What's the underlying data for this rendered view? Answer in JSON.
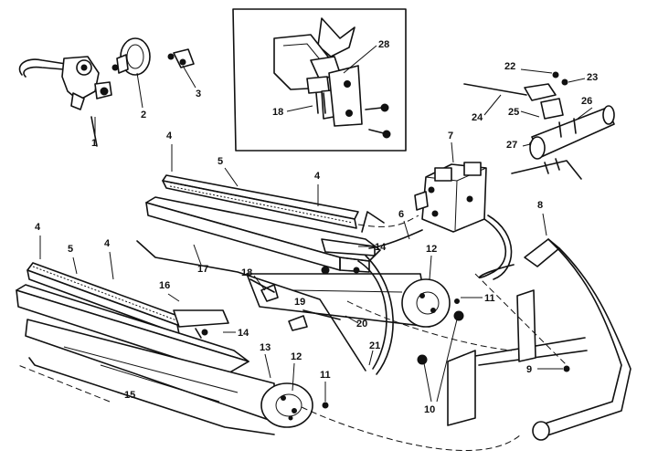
{
  "callouts": {
    "c1": "1",
    "c2": "2",
    "c3": "3",
    "c4a": "4",
    "c4b": "4",
    "c4c": "4",
    "c4d": "4",
    "c5a": "5",
    "c5b": "5",
    "c6": "6",
    "c7": "7",
    "c8": "8",
    "c9": "9",
    "c10": "10",
    "c11a": "11",
    "c11b": "11",
    "c12a": "12",
    "c12b": "12",
    "c13": "13",
    "c14a": "14",
    "c14b": "14",
    "c15": "15",
    "c16": "16",
    "c17": "17",
    "c18a": "18",
    "c18b": "18",
    "c19": "19",
    "c20": "20",
    "c21": "21",
    "c22": "22",
    "c23": "23",
    "c24": "24",
    "c25": "25",
    "c26": "26",
    "c27": "27",
    "c28": "28"
  }
}
